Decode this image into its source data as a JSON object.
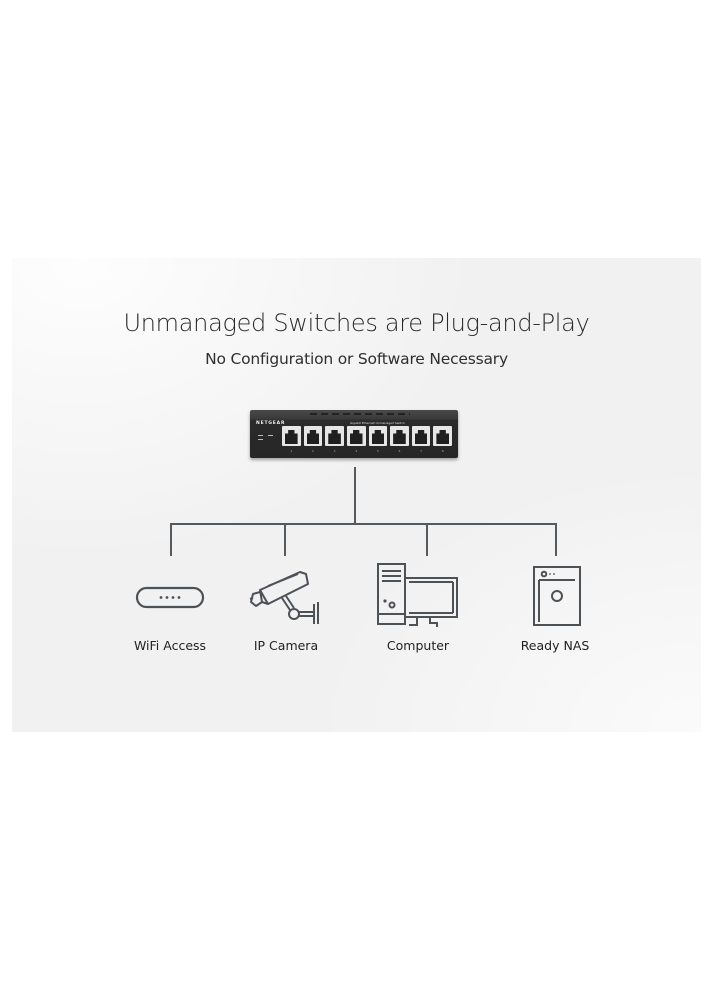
{
  "title": "Unmanaged Switches are Plug-and-Play",
  "subtitle": "No Configuration or Software Necessary",
  "switch": {
    "brand": "NETGEAR",
    "spec_text": "Gigabit Ethernet Unmanaged Switch",
    "port_count": 8,
    "port_numbers": [
      "1",
      "2",
      "3",
      "4",
      "5",
      "6",
      "7",
      "8"
    ],
    "icon": "network-switch-icon"
  },
  "devices": [
    {
      "label": "WiFi Access",
      "icon": "wifi-access-point-icon"
    },
    {
      "label": "IP Camera",
      "icon": "ip-camera-icon"
    },
    {
      "label": "Computer",
      "icon": "computer-icon"
    },
    {
      "label": "Ready NAS",
      "icon": "nas-icon"
    }
  ],
  "colors": {
    "panel_background": "#f1f1f1",
    "line_color": "#555a5e",
    "icon_stroke": "#4d5257",
    "text_color": "#2a2a2a"
  }
}
